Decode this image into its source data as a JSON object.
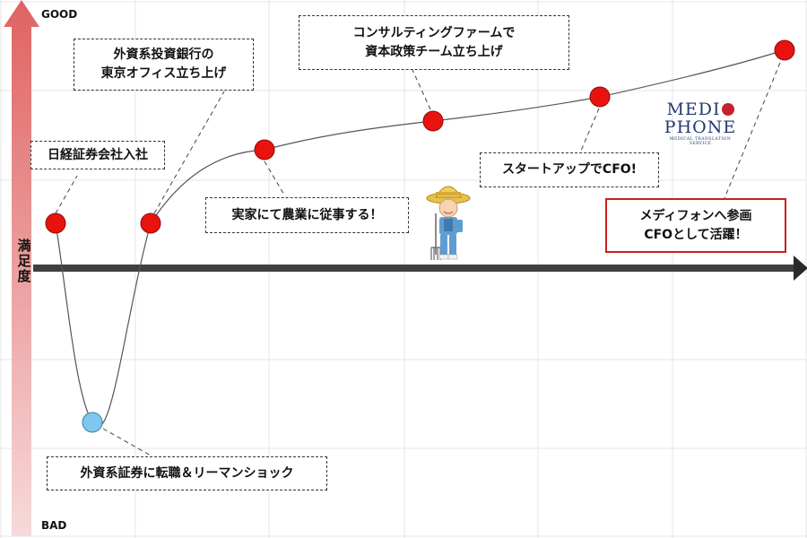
{
  "axis": {
    "top_label": "GOOD",
    "bottom_label": "BAD",
    "y_title": "満足度"
  },
  "colors": {
    "point_high": "#e8130f",
    "point_low": "#7ec8ee",
    "axis_arrow": "#e06666",
    "time_arrow": "#404040",
    "highlight_border": "#cc1f1f"
  },
  "events": [
    {
      "text": [
        "日経証券会社入社"
      ],
      "point_color": "red"
    },
    {
      "text": [
        "外資系証券に転職＆リーマンショック"
      ],
      "point_color": "blue"
    },
    {
      "text": [
        "外資系投資銀行の",
        "東京オフィス立ち上げ"
      ],
      "point_color": "red"
    },
    {
      "text": [
        "実家にて農業に従事する！"
      ],
      "point_color": "red"
    },
    {
      "text": [
        "コンサルティングファームで",
        "資本政策チーム立ち上げ"
      ],
      "point_color": "red"
    },
    {
      "text": [
        "スタートアップでCFO!"
      ],
      "point_color": "red"
    },
    {
      "text": [
        "メディフォンへ参画",
        "CFOとして活躍！"
      ],
      "point_color": "red",
      "highlight": true
    }
  ],
  "logo": {
    "line1": "MEDI",
    "line2": "PHONE",
    "line3": "MEDICAL TRANSLATION SERVICE",
    "icon": "globe-icon"
  },
  "illustration": {
    "icon": "farmer-icon"
  }
}
